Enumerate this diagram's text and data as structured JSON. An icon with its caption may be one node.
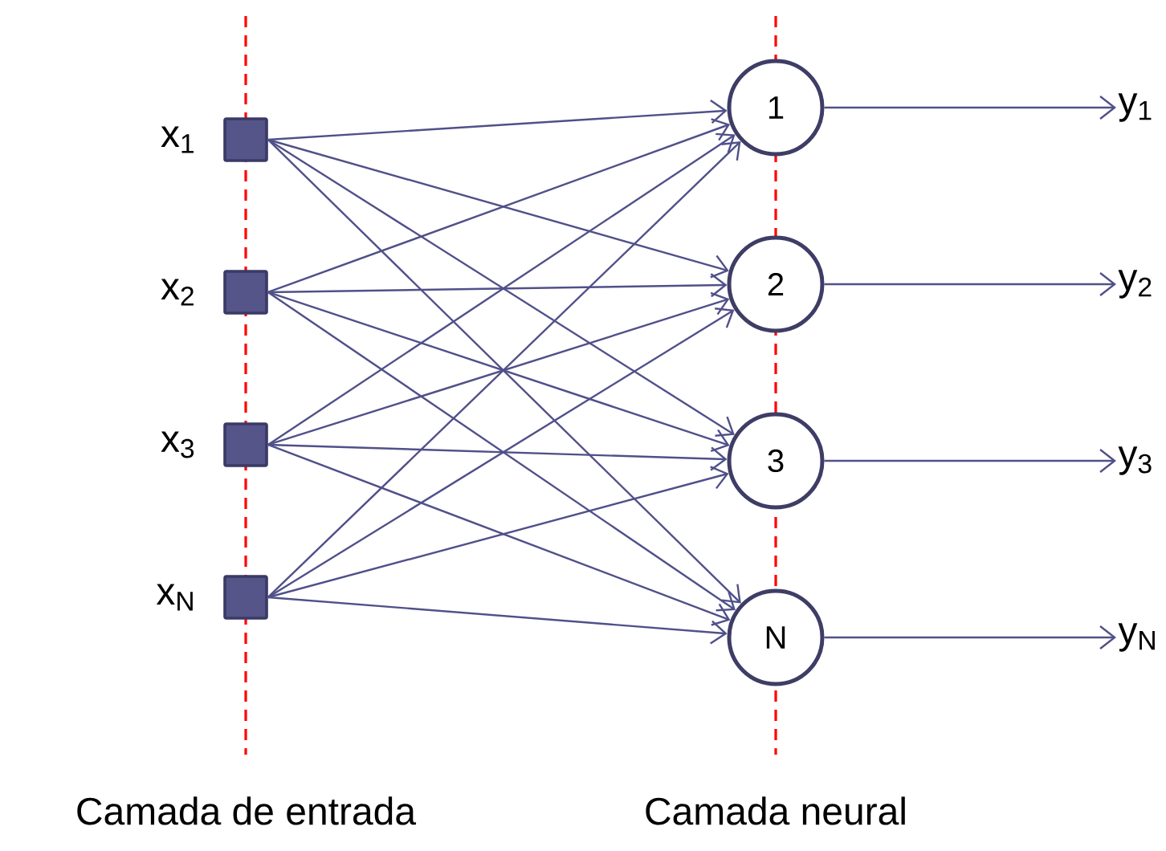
{
  "diagram": {
    "nodes": [
      {
        "text": [],
        "shape": "box",
        "beside": [
          "x$_{1}$"
        ]
      },
      {
        "text": [],
        "shape": "box",
        "beside": [
          "x$_{2}$"
        ]
      },
      {
        "text": [],
        "shape": "box",
        "beside": [
          "x$_{3}$"
        ]
      },
      {
        "text": [],
        "shape": "box",
        "beside": [
          "x$_{N}$"
        ]
      },
      {
        "text": [
          "1"
        ]
      },
      {
        "text": [
          "2"
        ]
      },
      {
        "text": [
          "3"
        ]
      },
      {
        "text": [
          "N"
        ]
      },
      {
        "text": [
          "y$_{1}$"
        ]
      },
      {
        "text": [
          "y$_{2}$"
        ]
      },
      {
        "text": [
          "y$_{3}$"
        ]
      },
      {
        "text": [
          "y$_{N}$"
        ]
      }
    ],
    "edges": [
      {
        "from": 0,
        "to": 4,
        "arrow": "to"
      },
      {
        "from": 0,
        "to": 5,
        "arrow": "to"
      },
      {
        "from": 0,
        "to": 6,
        "arrow": "to"
      },
      {
        "from": 0,
        "to": 7,
        "arrow": "to"
      },
      {
        "from": 1,
        "to": 4,
        "arrow": "to"
      },
      {
        "from": 1,
        "to": 5,
        "arrow": "to"
      },
      {
        "from": 1,
        "to": 6,
        "arrow": "to"
      },
      {
        "from": 1,
        "to": 7,
        "arrow": "to"
      },
      {
        "from": 2,
        "to": 4,
        "arrow": "to"
      },
      {
        "from": 2,
        "to": 5,
        "arrow": "to"
      },
      {
        "from": 2,
        "to": 6,
        "arrow": "to"
      },
      {
        "from": 2,
        "to": 7,
        "arrow": "to"
      },
      {
        "from": 3,
        "to": 4,
        "arrow": "to"
      },
      {
        "from": 3,
        "to": 5,
        "arrow": "to"
      },
      {
        "from": 3,
        "to": 6,
        "arrow": "to"
      },
      {
        "from": 3,
        "to": 7,
        "arrow": "to"
      },
      {
        "from": 4,
        "to": 8,
        "arrow": "to"
      },
      {
        "from": 5,
        "to": 9,
        "arrow": "to"
      },
      {
        "from": 6,
        "to": 10,
        "arrow": "to"
      },
      {
        "from": 7,
        "to": 11,
        "arrow": "to"
      }
    ],
    "labels": [
      "Camada de entrada",
      "Camada neural"
    ]
  }
}
